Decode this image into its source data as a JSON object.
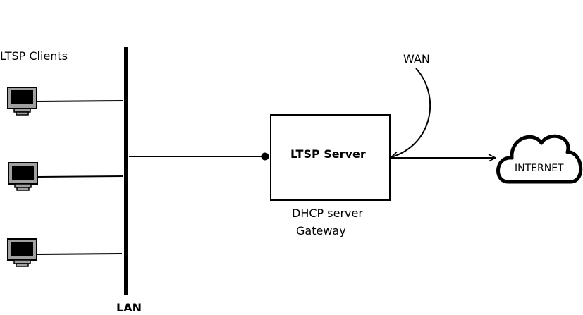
{
  "labels": {
    "clients": "LTSP Clients",
    "lan": "LAN",
    "wan": "WAN",
    "server": "LTSP Server",
    "server_role_1": "DHCP server",
    "server_role_2": "Gateway",
    "internet": "INTERNET"
  },
  "client_count": 3,
  "icons": {
    "client": "computer-monitor-icon",
    "internet": "cloud-icon"
  },
  "colors": {
    "stroke": "#000000",
    "monitor_screen": "#000000",
    "monitor_bezel": "#a0a0a0",
    "background": "#ffffff"
  }
}
